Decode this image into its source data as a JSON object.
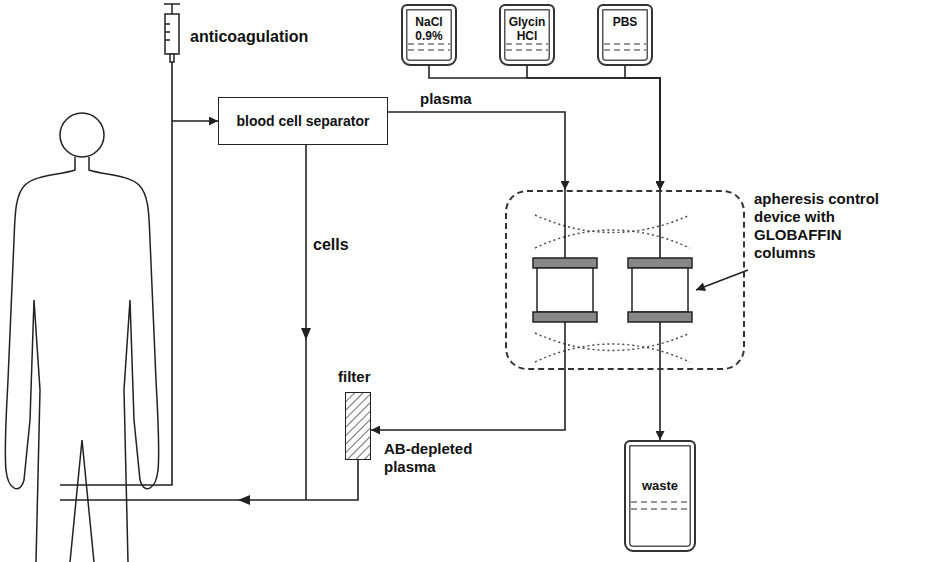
{
  "diagram": {
    "nodes": [
      {
        "text": [
          "blood cell separator"
        ]
      },
      {
        "text": [
          "NaCl 0.9%"
        ]
      },
      {
        "text": [
          "Glycin HCl"
        ]
      },
      {
        "text": [
          "PBS"
        ]
      },
      {
        "text": [
          "apheresis control device with GLOBAFFIN columns"
        ]
      },
      {
        "text": [
          "filter"
        ]
      },
      {
        "text": [
          "waste"
        ]
      }
    ],
    "edges": [
      {
        "from": 0,
        "to": 4,
        "arrow": "to",
        "label": "plasma"
      },
      {
        "from": 1,
        "to": 4,
        "arrow": "to"
      },
      {
        "from": 2,
        "to": 4,
        "arrow": "to"
      },
      {
        "from": 3,
        "to": 4,
        "arrow": "to"
      },
      {
        "from": 4,
        "to": 6,
        "arrow": "to"
      },
      {
        "from": 4,
        "to": 5,
        "arrow": "to",
        "label": "AB-depleted plasma"
      }
    ],
    "labels": [
      "anticoagulation",
      "cells"
    ]
  }
}
